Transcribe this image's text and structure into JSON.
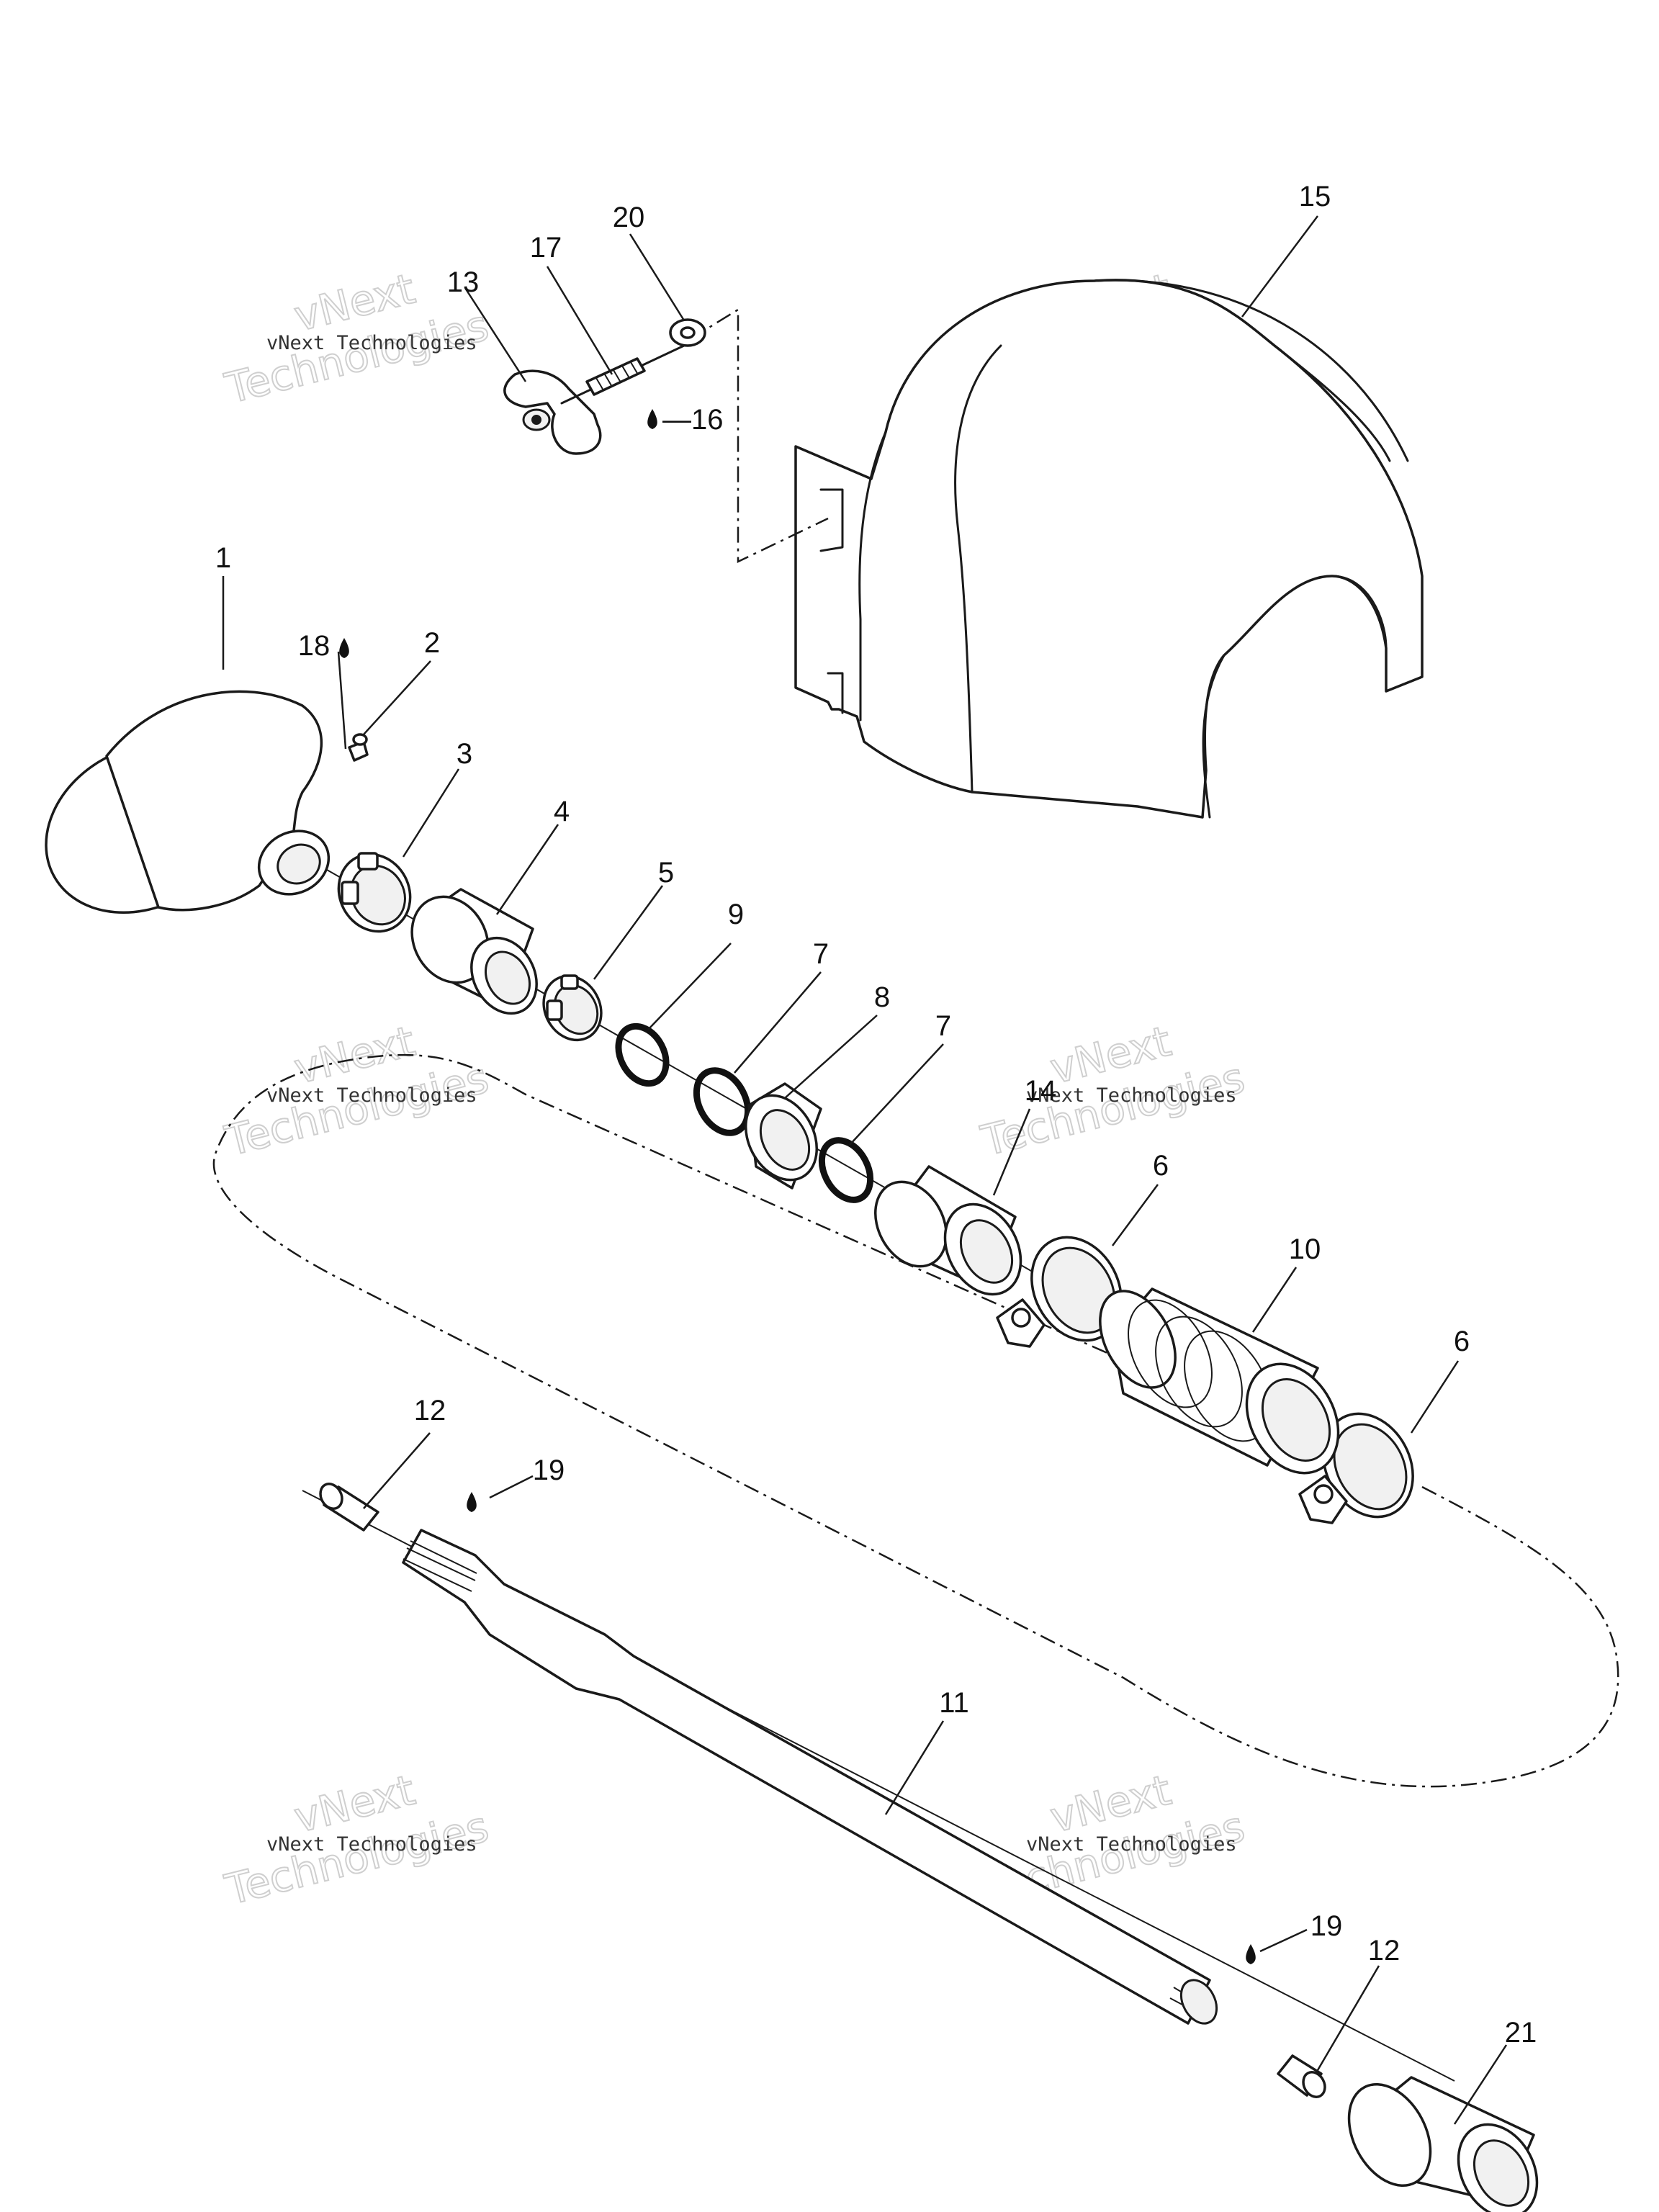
{
  "watermark": {
    "brand": "vNext",
    "text": "vNext Technologies",
    "word": "Technologies"
  },
  "callouts": [
    {
      "id": "c1",
      "label": "1"
    },
    {
      "id": "c2",
      "label": "2"
    },
    {
      "id": "c3",
      "label": "3"
    },
    {
      "id": "c4",
      "label": "4"
    },
    {
      "id": "c5",
      "label": "5"
    },
    {
      "id": "c6a",
      "label": "6"
    },
    {
      "id": "c6b",
      "label": "6"
    },
    {
      "id": "c7a",
      "label": "7"
    },
    {
      "id": "c7b",
      "label": "7"
    },
    {
      "id": "c8",
      "label": "8"
    },
    {
      "id": "c9",
      "label": "9"
    },
    {
      "id": "c10",
      "label": "10"
    },
    {
      "id": "c11",
      "label": "11"
    },
    {
      "id": "c12a",
      "label": "12"
    },
    {
      "id": "c12b",
      "label": "12"
    },
    {
      "id": "c13",
      "label": "13"
    },
    {
      "id": "c14",
      "label": "14"
    },
    {
      "id": "c15",
      "label": "15"
    },
    {
      "id": "c16",
      "label": "—16"
    },
    {
      "id": "c17",
      "label": "17"
    },
    {
      "id": "c18",
      "label": "18"
    },
    {
      "id": "c19a",
      "label": "19"
    },
    {
      "id": "c19b",
      "label": "19"
    },
    {
      "id": "c20",
      "label": "20"
    },
    {
      "id": "c21",
      "label": "21"
    }
  ],
  "icons": {
    "lubricant": "oil-drop-icon"
  }
}
